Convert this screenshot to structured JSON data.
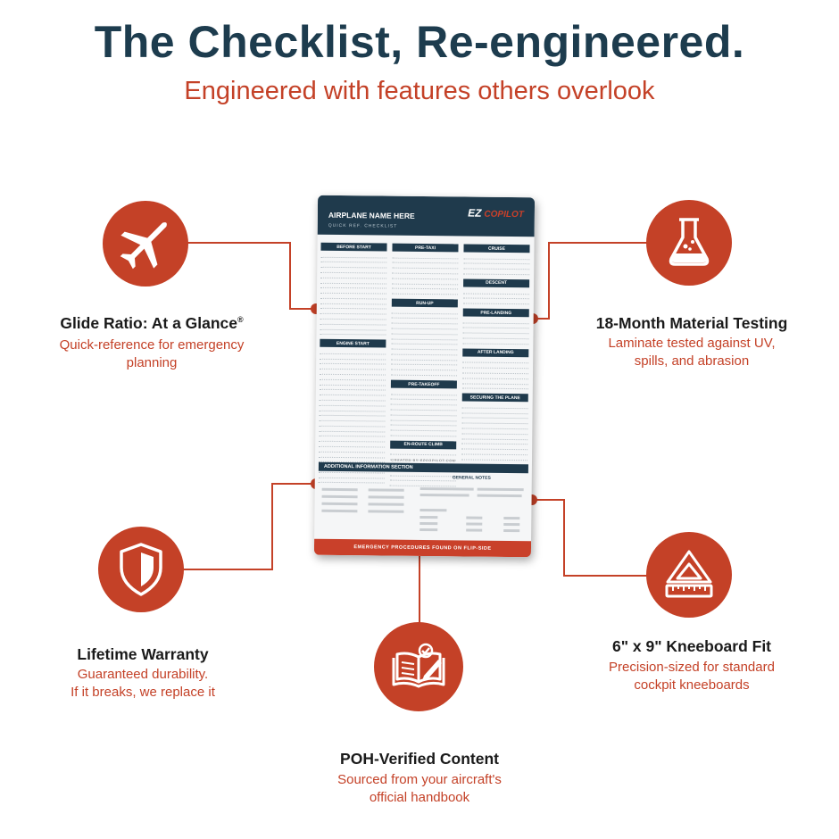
{
  "colors": {
    "navy": "#1d3c4e",
    "accent": "#c44127",
    "text": "#1a1a1a",
    "line": "#c44127"
  },
  "header": {
    "title": "The Checklist, Re-engineered.",
    "subtitle": "Engineered with features others overlook"
  },
  "features": [
    {
      "id": "glide",
      "icon": "airplane-icon",
      "title": "Glide Ratio: At a Glance",
      "title_mark": "®",
      "desc_lines": [
        "Quick-reference for emergency",
        "planning"
      ]
    },
    {
      "id": "material",
      "icon": "flask-icon",
      "title": "18-Month Material Testing",
      "desc_lines": [
        "Laminate tested against UV,",
        "spills, and abrasion"
      ]
    },
    {
      "id": "warranty",
      "icon": "shield-icon",
      "title": "Lifetime Warranty",
      "desc_lines": [
        "Guaranteed durability.",
        "If it breaks, we replace it"
      ]
    },
    {
      "id": "kneeboard",
      "icon": "ruler-triangle-icon",
      "title": "6\" x 9\" Kneeboard Fit",
      "desc_lines": [
        "Precision-sized for standard",
        "cockpit kneeboards"
      ]
    },
    {
      "id": "poh",
      "icon": "open-book-icon",
      "title": "POH-Verified Content",
      "desc_lines": [
        "Sourced from your aircraft's",
        "official handbook"
      ]
    }
  ],
  "card": {
    "name": "AIRPLANE NAME HERE",
    "subtitle": "QUICK REF. CHECKLIST",
    "logo_ez": "EZ",
    "logo_copilot": "COPILOT",
    "columns": [
      [
        {
          "title": "BEFORE START",
          "rows": 16
        },
        {
          "title": "ENGINE START",
          "rows": 26
        }
      ],
      [
        {
          "title": "PRE-TAXI",
          "rows": 8
        },
        {
          "title": "RUN-UP",
          "rows": 13
        },
        {
          "title": "PRE-TAKEOFF",
          "rows": 9
        },
        {
          "title": "EN-ROUTE CLIMB",
          "rows": 7
        }
      ],
      [
        {
          "title": "CRUISE",
          "rows": 4
        },
        {
          "title": "DESCENT",
          "rows": 3
        },
        {
          "title": "PRE-LANDING",
          "rows": 5
        },
        {
          "title": "AFTER LANDING",
          "rows": 6
        },
        {
          "title": "SECURING THE PLANE",
          "rows": 13
        }
      ]
    ],
    "created": "CREATED BY EZCOPILOT.COM",
    "additional": "ADDITIONAL INFORMATION SECTION",
    "general_notes": "GENERAL NOTES",
    "footer": "EMERGENCY PROCEDURES FOUND ON FLIP-SIDE"
  }
}
